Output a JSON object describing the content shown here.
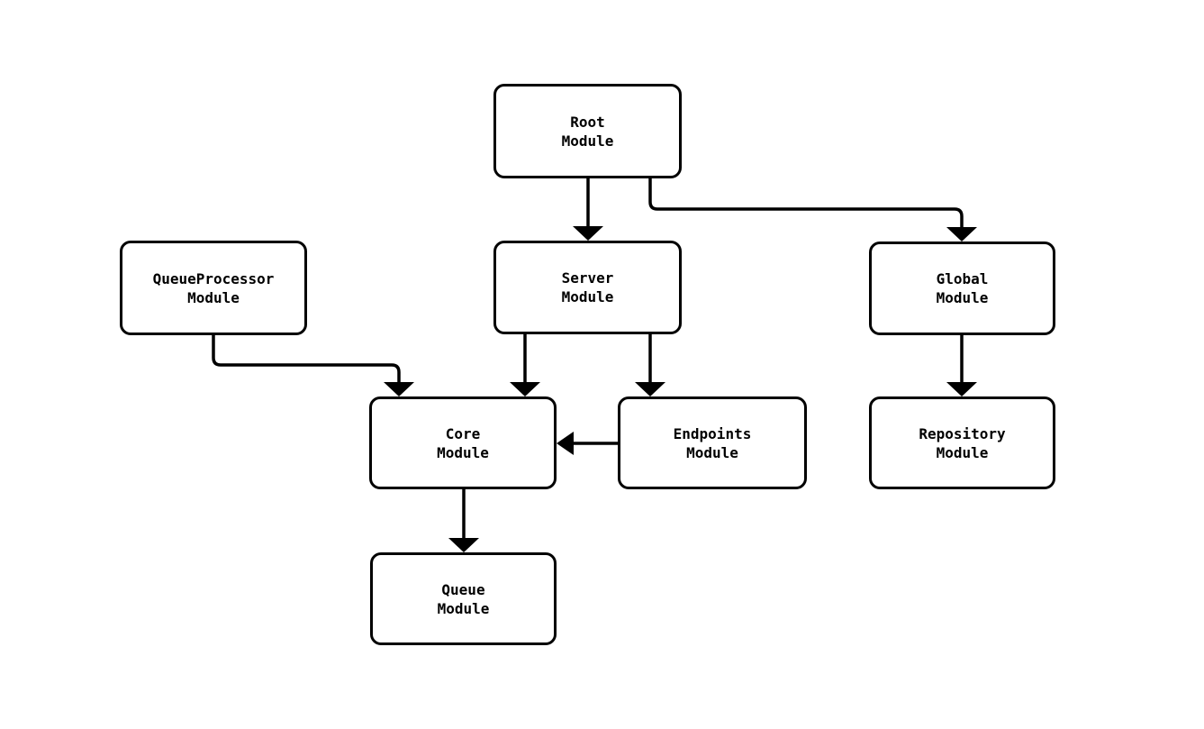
{
  "diagram": {
    "type": "module-dependency-flowchart",
    "nodes": {
      "root": {
        "line1": "Root",
        "line2": "Module"
      },
      "queueprocessor": {
        "line1": "QueueProcessor",
        "line2": "Module"
      },
      "server": {
        "line1": "Server",
        "line2": "Module"
      },
      "global": {
        "line1": "Global",
        "line2": "Module"
      },
      "core": {
        "line1": "Core",
        "line2": "Module"
      },
      "endpoints": {
        "line1": "Endpoints",
        "line2": "Module"
      },
      "repository": {
        "line1": "Repository",
        "line2": "Module"
      },
      "queue": {
        "line1": "Queue",
        "line2": "Module"
      }
    },
    "edges": [
      {
        "from": "root",
        "to": "server"
      },
      {
        "from": "root",
        "to": "global"
      },
      {
        "from": "queueprocessor",
        "to": "core"
      },
      {
        "from": "server",
        "to": "core"
      },
      {
        "from": "server",
        "to": "endpoints"
      },
      {
        "from": "endpoints",
        "to": "core"
      },
      {
        "from": "global",
        "to": "repository"
      },
      {
        "from": "core",
        "to": "queue"
      }
    ],
    "colors": {
      "background": "#ffffff",
      "node_fill": "#ffffff",
      "node_border": "#000000",
      "text": "#000000",
      "connector": "#000000"
    }
  }
}
